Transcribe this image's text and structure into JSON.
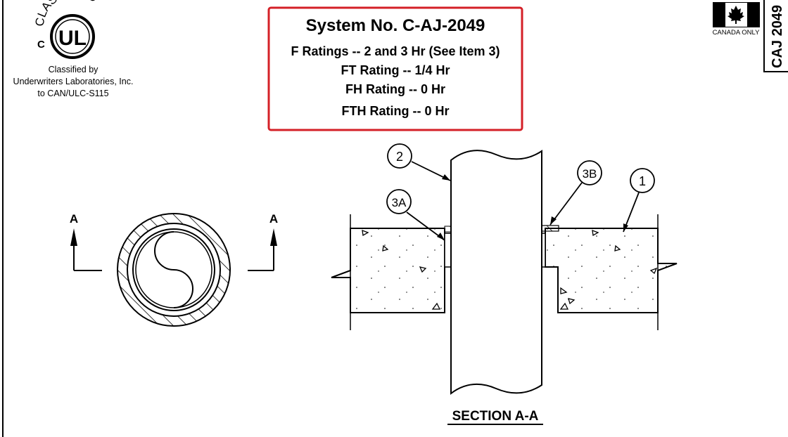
{
  "logo": {
    "mark_text": "CLASSIFIED",
    "mark_letters": "UL",
    "c_mark": "C",
    "line1": "Classified by",
    "line2": "Underwriters Laboratories, Inc.",
    "line3": "to CAN/ULC-S115"
  },
  "title_box": {
    "system": "System No. C-AJ-2049",
    "f_rating": "F Ratings -- 2 and 3 Hr (See Item 3)",
    "ft_rating": "FT Rating -- 1/4 Hr",
    "fh_rating": "FH Rating -- 0 Hr",
    "fth_rating": "FTH Rating -- 0 Hr",
    "border_color": "#d42027"
  },
  "canada": {
    "label": "CANADA ONLY",
    "icon": "maple-leaf-flag-icon"
  },
  "side_tab": "CAJ 2049",
  "plan_view": {
    "section_mark_left": "A",
    "section_mark_right": "A"
  },
  "section": {
    "title": "SECTION A-A",
    "callouts": [
      "2",
      "3A",
      "3B",
      "1"
    ]
  }
}
